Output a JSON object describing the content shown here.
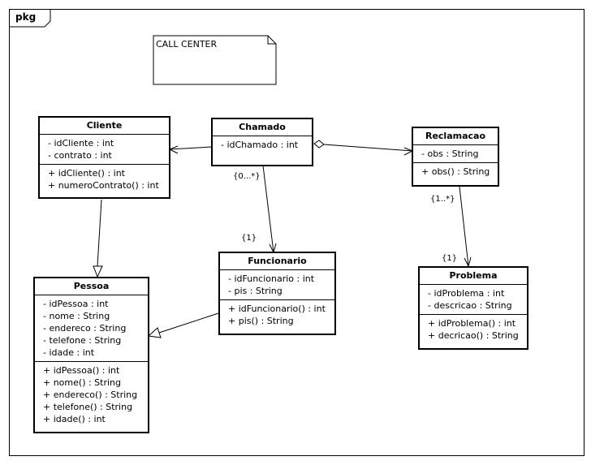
{
  "frame": {
    "label": "pkg"
  },
  "note": {
    "text": "CALL CENTER"
  },
  "classes": {
    "cliente": {
      "name": "Cliente",
      "attributes": [
        "- idCliente : int",
        "- contrato : int"
      ],
      "operations": [
        "+ idCliente() : int",
        "+ numeroContrato() : int"
      ]
    },
    "chamado": {
      "name": "Chamado",
      "attributes": [
        "- idChamado : int"
      ]
    },
    "reclamacao": {
      "name": "Reclamacao",
      "attributes": [
        "- obs : String"
      ],
      "operations": [
        "+ obs() : String"
      ]
    },
    "funcionario": {
      "name": "Funcionario",
      "attributes": [
        "- idFuncionario : int",
        "- pis : String"
      ],
      "operations": [
        "+ idFuncionario() : int",
        "+ pis() : String"
      ]
    },
    "pessoa": {
      "name": "Pessoa",
      "attributes": [
        "- idPessoa : int",
        "- nome : String",
        "- endereco : String",
        "- telefone : String",
        "- idade : int"
      ],
      "operations": [
        "+ idPessoa() : int",
        "+ nome() : String",
        "+ endereco() : String",
        "+ telefone() : String",
        "+ idade() : int"
      ]
    },
    "problema": {
      "name": "Problema",
      "attributes": [
        "- idProblema : int",
        "- descricao : String"
      ],
      "operations": [
        "+ idProblema() : int",
        "+ decricao() : String"
      ]
    }
  },
  "multiplicities": {
    "chamado_source": "{0...*}",
    "funcionario_target": "{1}",
    "reclamacao_source": "{1..*}",
    "problema_target": "{1}"
  }
}
